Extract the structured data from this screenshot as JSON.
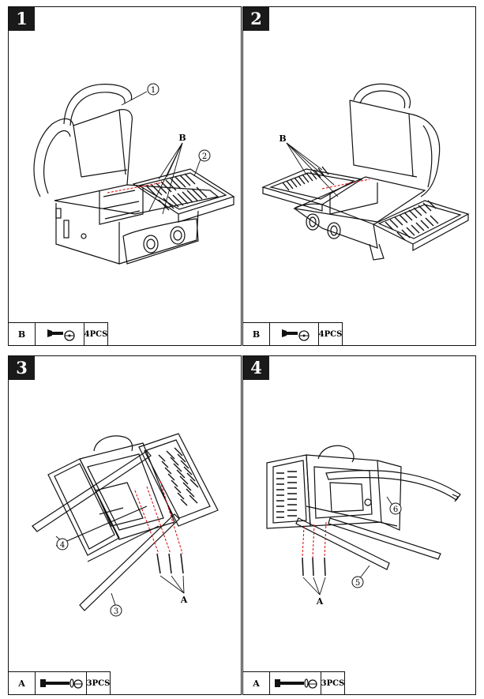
{
  "steps": [
    {
      "number": "1",
      "callouts": [
        "1",
        "B",
        "2"
      ],
      "part": {
        "letter": "B",
        "qty": "4PCS"
      }
    },
    {
      "number": "2",
      "callouts": [
        "B"
      ],
      "part": {
        "letter": "B",
        "qty": "4PCS"
      }
    },
    {
      "number": "3",
      "callouts": [
        "4",
        "3",
        "A"
      ],
      "part": {
        "letter": "A",
        "qty": "3PCS"
      }
    },
    {
      "number": "4",
      "callouts": [
        "6",
        "5",
        "A"
      ],
      "part": {
        "letter": "A",
        "qty": "3PCS"
      }
    }
  ],
  "icons": {
    "short_bolt": "bolt-with-lock-washer-icon",
    "long_bolt": "long-bolt-with-lock-washer-icon"
  }
}
